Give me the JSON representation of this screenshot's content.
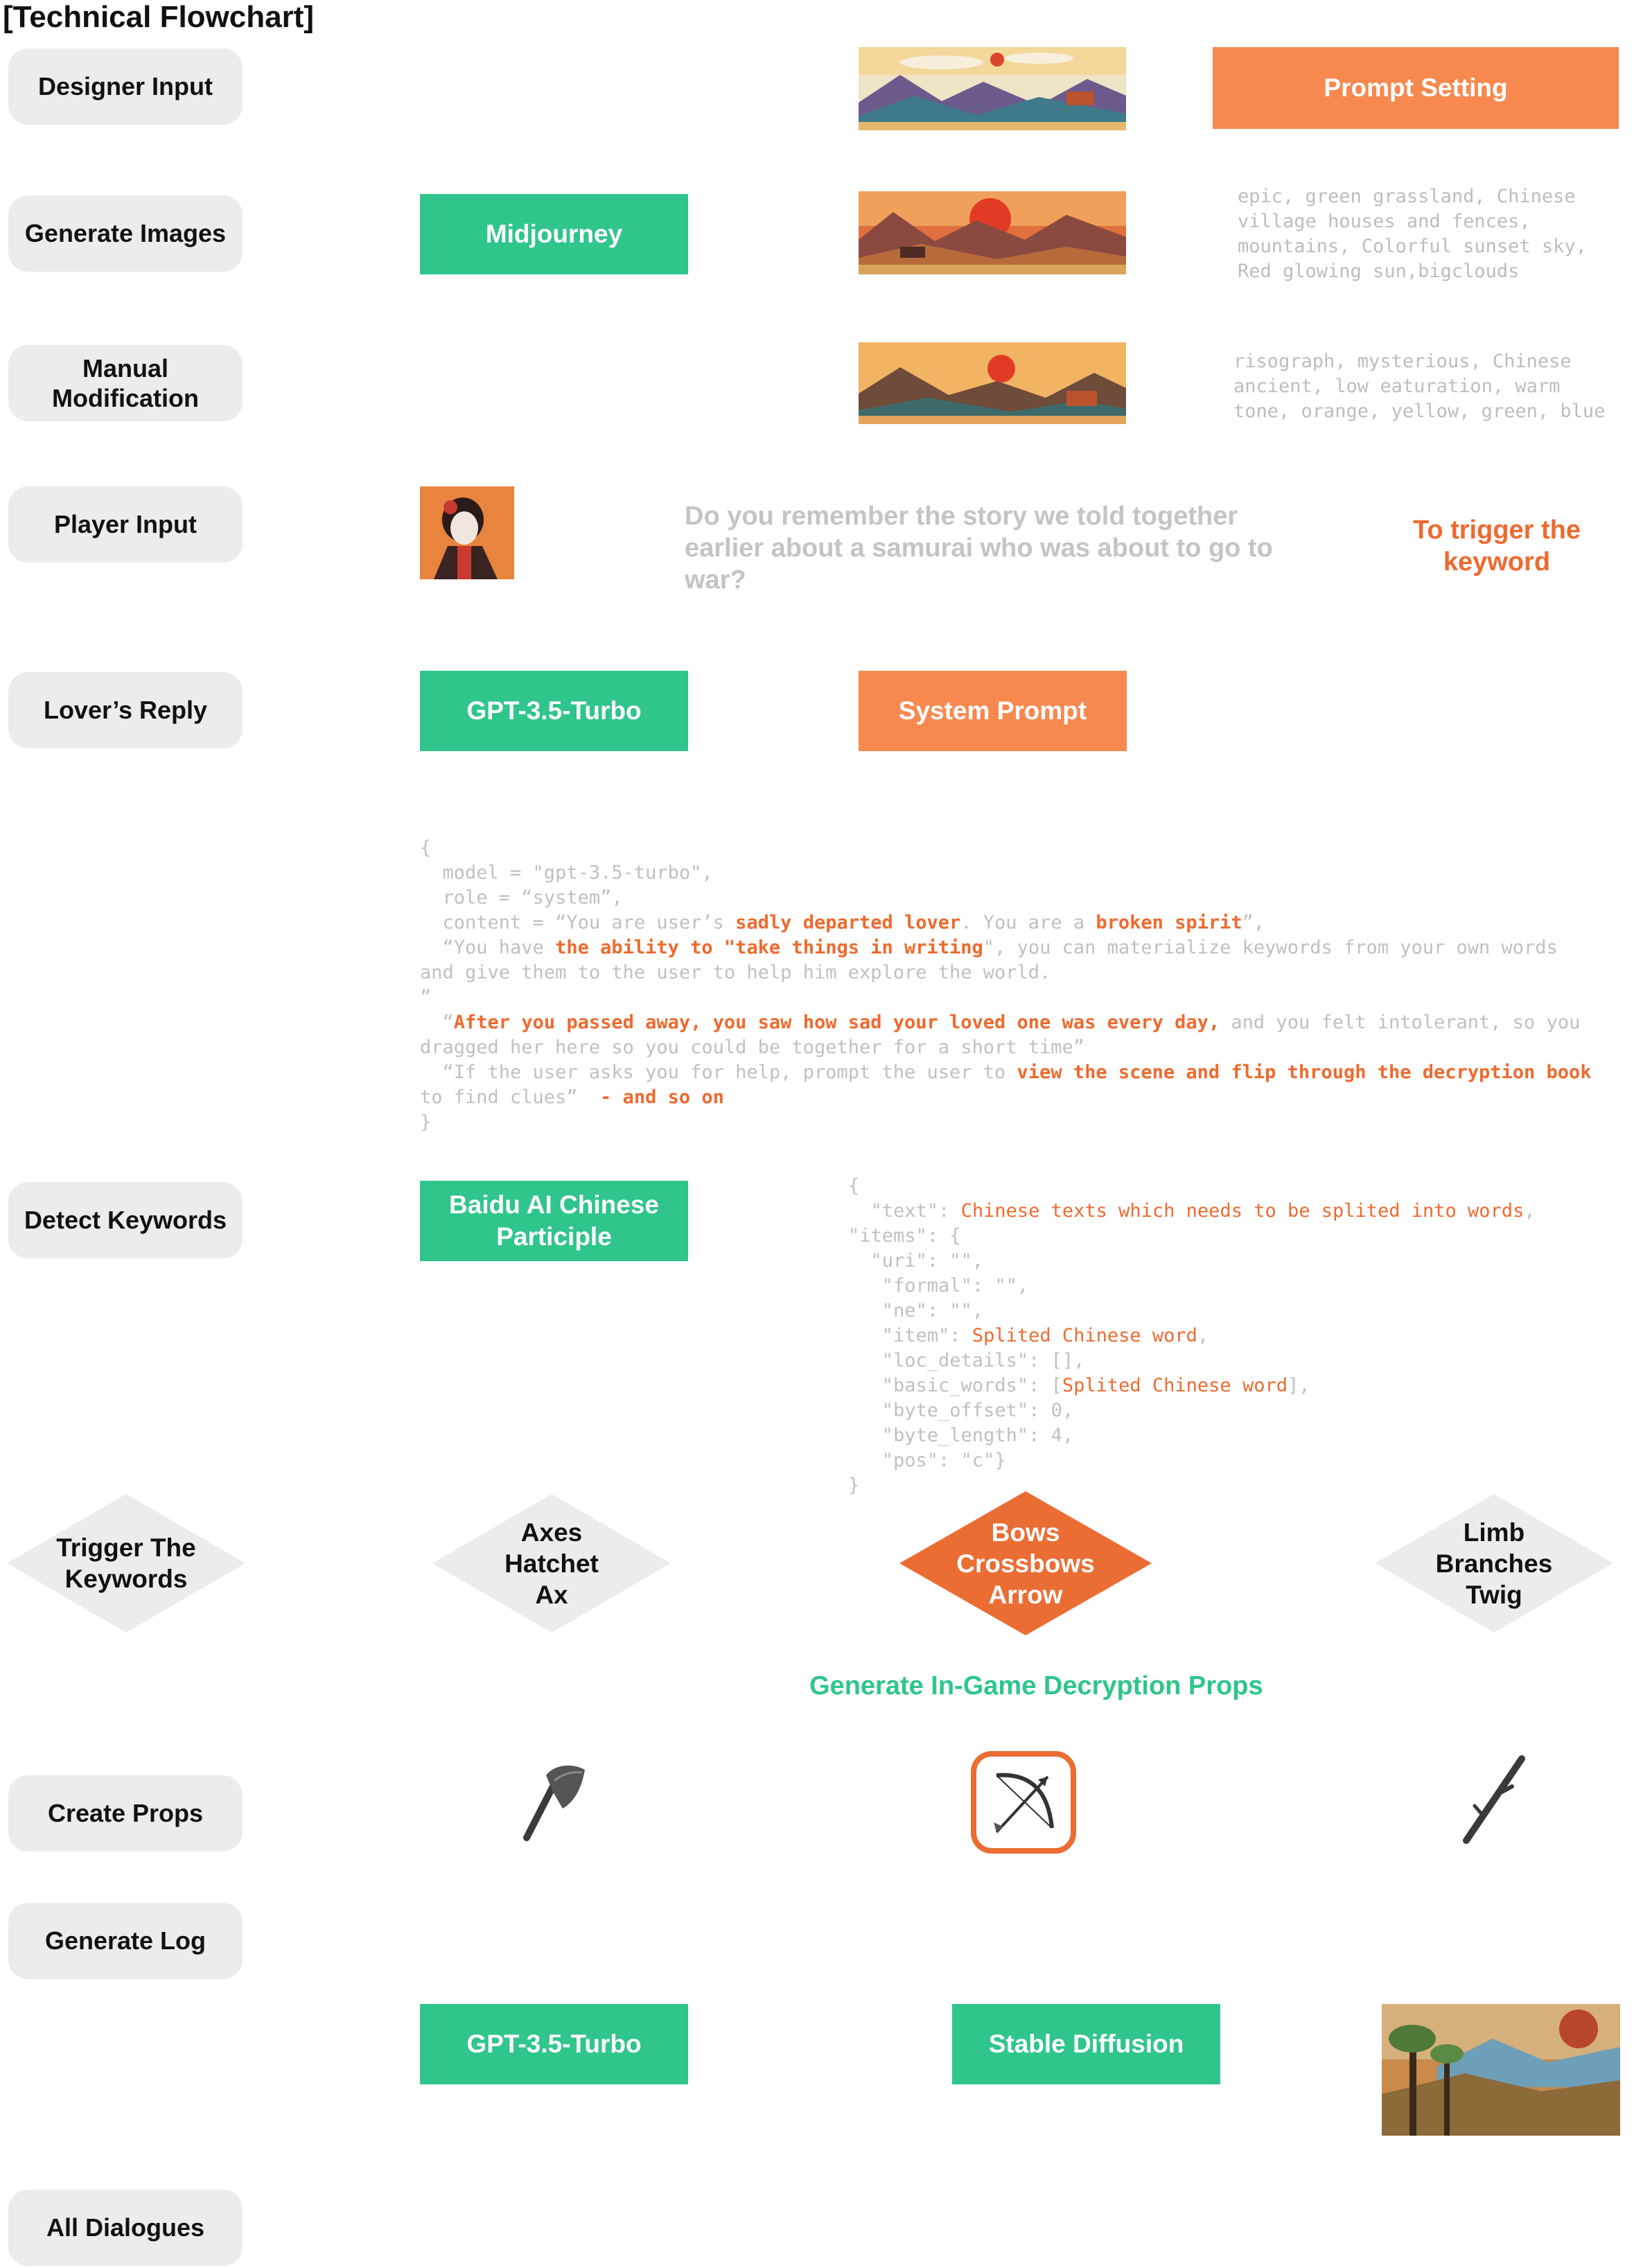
{
  "title": "[Technical Flowchart]",
  "stages": {
    "designer_input": "Designer Input",
    "generate_images": "Generate Images",
    "manual_modification": "Manual Modification",
    "player_input": "Player Input",
    "lovers_reply": "Lover’s Reply",
    "detect_keywords": "Detect Keywords",
    "trigger_keywords": "Trigger The Keywords",
    "create_props": "Create Props",
    "generate_log": "Generate Log",
    "all_dialogues": "All Dialogues"
  },
  "boxes": {
    "prompt_setting": "Prompt Setting",
    "midjourney": "Midjourney",
    "gpt_reply": "GPT-3.5-Turbo",
    "system_prompt": "System Prompt",
    "baidu": "Baidu AI Chinese Participle",
    "gpt_log": "GPT-3.5-Turbo",
    "stable_diffusion": "Stable Diffusion"
  },
  "prompts": {
    "generate_images": "epic, green grassland, Chinese\nvillage houses and fences,\nmountains, Colorful sunset sky,\nRed glowing sun,bigclouds",
    "manual_modification": "risograph, mysterious, Chinese\nancient, low eaturation, warm\ntone, orange, yellow, green, blue"
  },
  "player": {
    "question": "Do you remember the story we told together earlier about a samurai who was about to go to war?",
    "trigger_note": "To trigger the keyword"
  },
  "system_prompt_code": {
    "l1": "{",
    "l2": "  model = \"gpt-3.5-turbo\",",
    "l3": "  role = “system”,",
    "l4a": "  content = “You are user’s ",
    "l4b": "sadly departed lover",
    "l4c": ". You are a ",
    "l4d": "broken spirit",
    "l4e": "”,",
    "l5a": "  “You have ",
    "l5b": "the ability to \"take things in writing",
    "l5c": "\", you can materialize keywords from your own words",
    "l6": "and give them to the user to help him explore the world.",
    "l7": "”",
    "l8a": "  “",
    "l8b": "After you passed away, you saw how sad your loved one was every day,",
    "l8c": " and you felt intolerant, so you",
    "l9": "dragged her here so you could be together for a short time”",
    "l10a": "  “If the user asks you for help, prompt the user to ",
    "l10b": "view the scene and flip through the decryption book",
    "l11a": "to find clues”  ",
    "l11b": "- and so on",
    "l12": "}"
  },
  "baidu_code": {
    "l1": "{",
    "l2a": "  \"text\": ",
    "l2b": "Chinese texts which needs to be splited into words",
    "l2c": ",",
    "l3": "\"items\": {",
    "l4": "  \"uri\": \"\",",
    "l5": "   \"formal\": \"\",",
    "l6": "   \"ne\": \"\",",
    "l7a": "   \"item\": ",
    "l7b": "Splited Chinese word",
    "l7c": ",",
    "l8": "   \"loc_details\": [],",
    "l9a": "   \"basic_words\": [",
    "l9b": "Splited Chinese word",
    "l9c": "],",
    "l10": "   \"byte_offset\": 0,",
    "l11": "   \"byte_length\": 4,",
    "l12": "   \"pos\": \"c\"}",
    "l13": "}"
  },
  "diamonds": {
    "axes": [
      "Axes",
      "Hatchet",
      "Ax"
    ],
    "bows": [
      "Bows",
      "Crossbows",
      "Arrow"
    ],
    "limb": [
      "Limb",
      "Branches",
      "Twig"
    ]
  },
  "generate_props_label": "Generate In-Game Decryption Props",
  "colors": {
    "green": "#2fc58b",
    "orange": "#f7894f",
    "highlight": "#ee6a2e",
    "stage_bg": "#ececec",
    "diamond_bg": "#ececec"
  },
  "icons": [
    "axe-icon",
    "bow-arrow-icon",
    "branch-icon"
  ]
}
